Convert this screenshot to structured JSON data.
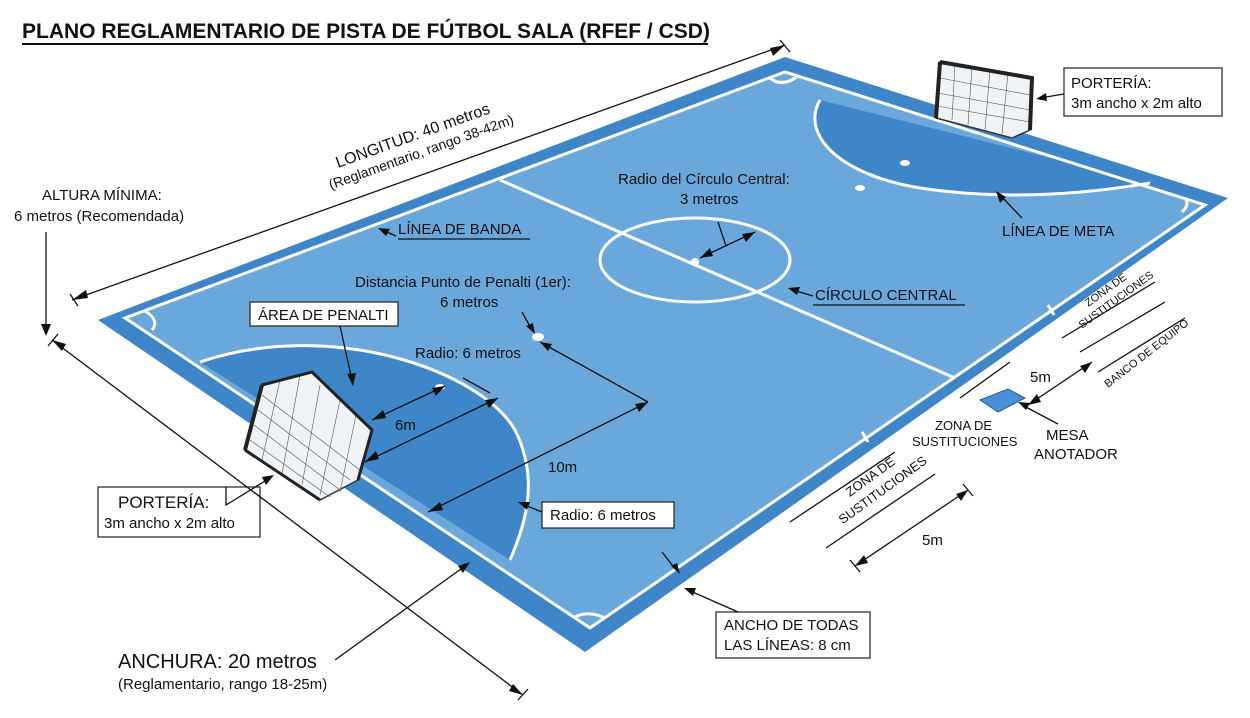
{
  "title": "PLANO REGLAMENTARIO DE PISTA DE FÚTBOL SALA (RFEF / CSD)",
  "labels": {
    "longitud_1": "LONGITUD: 40 metros",
    "longitud_2": "(Reglamentario, rango 38-42m)",
    "altura_1": "ALTURA MÍNIMA:",
    "altura_2": "6 metros (Recomendada)",
    "linea_banda": "LÍNEA DE BANDA",
    "radio_circulo_1": "Radio del Círculo Central:",
    "radio_circulo_2": "3 metros",
    "circulo_central": "CÍRCULO CENTRAL",
    "linea_meta": "LÍNEA DE META",
    "porteria_top_1": "PORTERÍA:",
    "porteria_top_2": "3m ancho x 2m alto",
    "porteria_left_1": "PORTERÍA:",
    "porteria_left_2": "3m ancho x 2m alto",
    "area_penalti": "ÁREA DE PENALTI",
    "distancia_1": "Distancia Punto de Penalti (1er):",
    "distancia_2": "6 metros",
    "radio_6_top": "Radio: 6 metros",
    "radio_6_box": "Radio: 6 metros",
    "dim_6m": "6m",
    "dim_10m": "10m",
    "dim_5m_right": "5m",
    "dim_5m_bottom": "5m",
    "zona_sust_bench_1": "ZONA DE",
    "zona_sust_bench_2": "SUSTITUCIONES",
    "banco_equipo": "BANCO DE EQUIPO",
    "zona_sust_mid_1": "ZONA DE",
    "zona_sust_mid_2": "SUSTITUCIONES",
    "zona_sust_low_1": "ZONA DE",
    "zona_sust_low_2": "SUSTITUCIONES",
    "mesa_1": "MESA",
    "mesa_2": "ANOTADOR",
    "ancho_lineas_1": "ANCHO DE TODAS",
    "ancho_lineas_2": "LAS LÍNEAS: 8 cm",
    "anchura_1": "ANCHURA: 20 metros",
    "anchura_2": "(Reglamentario, rango 18-25m)"
  },
  "colors": {
    "court_outer": "#3f86c9",
    "court_inner": "#6aa8dc",
    "penalty_area": "#3f86c9",
    "lines": "#ffffff",
    "table": "#4a90d9"
  }
}
